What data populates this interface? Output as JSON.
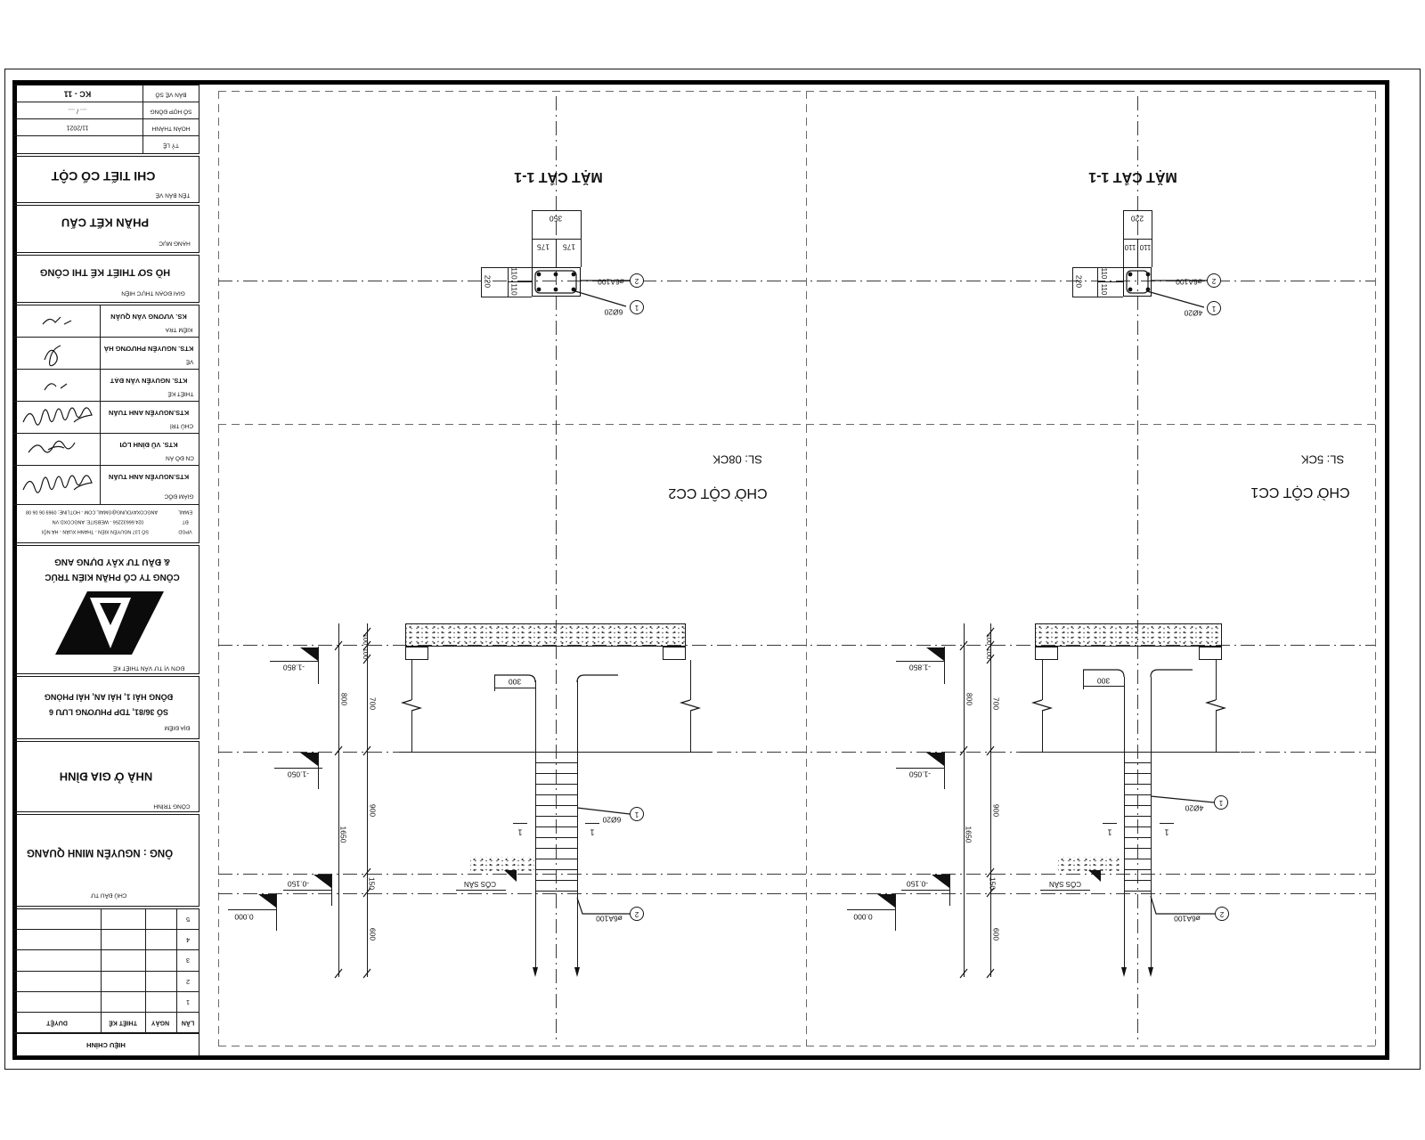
{
  "titleblock": {
    "rows": [
      {
        "label": "BẢN VẼ SỐ",
        "value": "KC - 11"
      },
      {
        "label": "SỐ HỢP ĐỒNG",
        "value": ".... / ...."
      },
      {
        "label": "HOÀN THÀNH",
        "value": "11/2021"
      },
      {
        "label": "TỶ LỆ",
        "value": ""
      }
    ],
    "drawing_name_label": "TÊN BẢN VẼ",
    "drawing_name": "CHI TIẾT CỔ CỘT",
    "category_label": "HẠNG MỤC",
    "category": "PHẦN KẾT CẤU",
    "stage_label": "GIAI ĐOẠN THỰC HIỆN",
    "stage": "HỒ SƠ THIẾT KẾ THI CÔNG",
    "signers": [
      {
        "role": "KIỂM TRA",
        "name": "KS. VƯƠNG VĂN QUÂN"
      },
      {
        "role": "VẼ",
        "name": "KTS. NGUYỄN PHƯƠNG HÀ"
      },
      {
        "role": "THIẾT KẾ",
        "name": "KTS. NGUYỄN VĂN ĐẠT"
      },
      {
        "role": "CHỦ TRÌ",
        "name": "KTS.NGUYỄN ANH TUẤN"
      },
      {
        "role": "CN ĐỒ ÁN",
        "name": "KTS. VŨ ĐÌNH LỢI"
      },
      {
        "role": "GIÁM ĐỐC",
        "name": "KTS.NGUYỄN ANH TUẤN"
      }
    ],
    "contact": [
      {
        "label": "EMAIL",
        "value": "ANGCOXAYDUNG@GMAIL.COM - HOTLINE: 0969 06 06 08"
      },
      {
        "label": "ĐT",
        "value": "024.66632256 - WEBSITE: ANGCOXD.VN"
      },
      {
        "label": "VPGD",
        "value": "SỐ 137 NGUYỄN XIỂN - THANH XUÂN - HÀ NỘI"
      }
    ],
    "firm_label": "ĐƠN VỊ TƯ VẤN THIẾT KẾ",
    "firm_line1": "CÔNG TY CỔ PHẦN KIẾN TRÚC",
    "firm_line2": "& ĐẦU TƯ XÂY DỰNG ANG",
    "location_label": "ĐỊA ĐIỂM",
    "location_line1": "SỐ 36/81, TDP PHƯƠNG LƯU 6",
    "location_line2": "ĐÔNG HẢI 1, HẢI AN, HẢI PHÒNG",
    "work_label": "CÔNG TRÌNH",
    "work": "NHÀ Ở GIA ĐÌNH",
    "client_label": "CHỦ ĐẦU TƯ",
    "client": "ÔNG : NGUYỄN MINH QUANG",
    "revision": {
      "numbers": [
        "5",
        "4",
        "3",
        "2",
        "1"
      ],
      "headers": {
        "approve": "DUYỆT",
        "design": "THIẾT KẾ",
        "date": "NGÀY",
        "no": "LẦN"
      },
      "footer": "HIỆU CHỈNH"
    }
  },
  "sections": {
    "left": {
      "title": "MẶT CẮT 1-1",
      "w_total": "350",
      "w_a": "175",
      "w_b": "175",
      "h_total": "220",
      "h_a": "110",
      "h_b": "110",
      "rebar": "6Ø20",
      "stirrup": "ø6A100",
      "callout_rebar": "1",
      "callout_stirrup": "2"
    },
    "right": {
      "title": "MẶT CẮT 1-1",
      "w_total": "220",
      "w_a": "110",
      "w_b": "110",
      "h_total": "220",
      "h_a": "110",
      "h_b": "110",
      "rebar": "4Ø20",
      "stirrup": "ø6A100",
      "callout_rebar": "1",
      "callout_stirrup": "2"
    }
  },
  "labels": {
    "left_name": "CHỜ CỘT CC2",
    "left_qty": "SL: 08CK",
    "right_name": "CHỜ CỘT CC1",
    "right_qty": "SL: 5CK"
  },
  "details": {
    "left": {
      "levels": [
        "-1.850",
        "-1.050",
        "-0.150",
        "0.000"
      ],
      "outer": [
        "800",
        "1650"
      ],
      "inner": [
        "100",
        "100",
        "700",
        "900",
        "150",
        "600"
      ],
      "hook": "300",
      "rebar": "6Ø20",
      "stirrup": "ø6A100",
      "ground": "CỐS SÂN",
      "cut": "1",
      "callout_rebar": "1",
      "callout_stirrup": "2"
    },
    "right": {
      "levels": [
        "-1.850",
        "-1.050",
        "-0.150",
        "0.000"
      ],
      "outer": [
        "800",
        "1650"
      ],
      "inner": [
        "100",
        "100",
        "700",
        "900",
        "150",
        "600"
      ],
      "hook": "300",
      "rebar": "4Ø20",
      "stirrup": "ø6A100",
      "ground": "CỐS SÂN",
      "cut": "1",
      "callout_rebar": "1",
      "callout_stirrup": "2"
    }
  }
}
